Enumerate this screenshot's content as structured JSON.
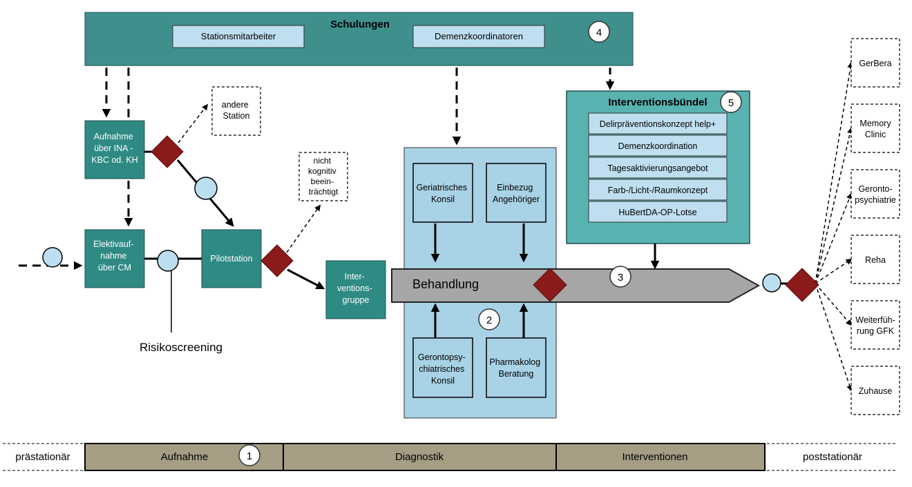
{
  "colors": {
    "teal_dark": "#2f8a84",
    "teal_header": "#3f8f8d",
    "teal_bundle": "#58b3b0",
    "light_blue": "#a8d2e6",
    "box_blue": "#bfdff0",
    "grey_arrow": "#a6a6a6",
    "phase_bar": "#a59e85",
    "diamond": "#8b1a1a",
    "circle_fill": "#bcdff0"
  },
  "schulungen": {
    "title": "Schulungen",
    "items": [
      "Stationsmitarbeiter",
      "Demenzkoordinatoren"
    ],
    "badge": "4"
  },
  "admission": {
    "ina": [
      "Aufnahme",
      "über INA -",
      "KBC od. KH"
    ],
    "elective": [
      "Elektivauf-",
      "nahme",
      "über CM"
    ],
    "pilot": "Pilotstation",
    "other_station": [
      "andere",
      "Station"
    ],
    "not_impaired": [
      "nicht",
      "kognitiv",
      "beein-",
      "trächtigt"
    ],
    "intervention_group": [
      "Inter-",
      "ventions-",
      "gruppe"
    ],
    "risk_screening": "Risikoscreening"
  },
  "diagnostics": {
    "badge": "2",
    "top": [
      [
        "Geriatrisches",
        "Konsil"
      ],
      [
        "Einbezug",
        "Angehöriger"
      ]
    ],
    "bottom": [
      [
        "Gerontopsy-",
        "chiatrisches",
        "Konsil"
      ],
      [
        "Pharmakolog",
        "Beratung"
      ]
    ]
  },
  "treatment": {
    "label": "Behandlung",
    "badge": "3"
  },
  "bundle": {
    "title": "Interventionsbündel",
    "badge": "5",
    "items": [
      "Delirpräventionskonzept help+",
      "Demenzkoordination",
      "Tagesaktivierungsangebot",
      "Farb-/Licht-/Raumkonzept",
      "HuBertDA-OP-Lotse"
    ]
  },
  "discharge": [
    [
      "GerBera"
    ],
    [
      "Memory",
      "Clinic"
    ],
    [
      "Geronto-",
      "psychiatrie"
    ],
    [
      "Reha"
    ],
    [
      "Weiterfüh-",
      "rung GFK"
    ],
    [
      "Zuhause"
    ]
  ],
  "phases": {
    "pre": "prästationär",
    "segments": [
      "Aufnahme",
      "Diagnostik",
      "Interventionen"
    ],
    "badge": "1",
    "post": "poststationär"
  }
}
